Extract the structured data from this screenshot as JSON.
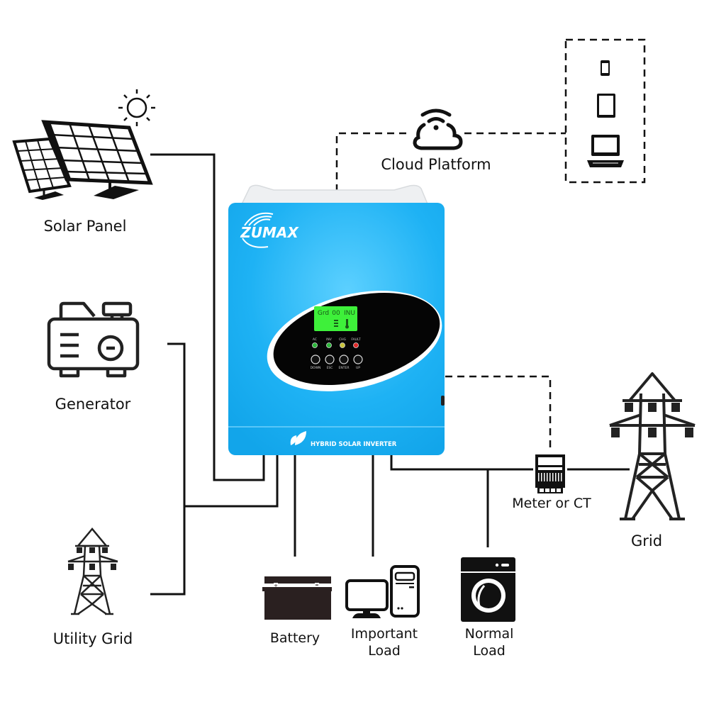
{
  "diagram": {
    "title": "Hybrid Solar Inverter System Connection Diagram",
    "nodes": {
      "solar_panel": {
        "label": "Solar Panel",
        "icon": "solar-panel-icon"
      },
      "generator": {
        "label": "Generator",
        "icon": "generator-icon"
      },
      "utility_grid": {
        "label": "Utility Grid",
        "icon": "power-tower-icon"
      },
      "cloud_platform": {
        "label": "Cloud Platform",
        "icon": "wifi-cloud-icon"
      },
      "devices": {
        "icons": [
          "smartphone-icon",
          "tablet-icon",
          "laptop-icon"
        ]
      },
      "battery": {
        "label": "Battery",
        "icon": "battery-icon"
      },
      "important_load": {
        "label_line1": "Important",
        "label_line2": "Load",
        "icon": "desktop-computer-icon"
      },
      "normal_load": {
        "label_line1": "Normal",
        "label_line2": "Load",
        "icon": "washing-machine-icon"
      },
      "meter": {
        "label": "Meter or CT",
        "icon": "energy-meter-icon"
      },
      "grid": {
        "label": "Grid",
        "icon": "power-tower-icon"
      }
    },
    "connections": [
      {
        "from": "solar_panel",
        "to": "inverter",
        "style": "solid"
      },
      {
        "from": "generator",
        "to": "inverter",
        "style": "solid"
      },
      {
        "from": "utility_grid",
        "to": "inverter",
        "style": "solid"
      },
      {
        "from": "inverter",
        "to": "battery",
        "style": "solid"
      },
      {
        "from": "inverter",
        "to": "important_load",
        "style": "solid"
      },
      {
        "from": "inverter",
        "to": "normal_load",
        "style": "solid"
      },
      {
        "from": "inverter",
        "to": "meter",
        "style": "solid"
      },
      {
        "from": "meter",
        "to": "grid",
        "style": "solid"
      },
      {
        "from": "inverter",
        "to": "meter",
        "style": "dashed",
        "kind": "communication"
      },
      {
        "from": "inverter",
        "to": "cloud_platform",
        "style": "dashed",
        "kind": "communication"
      },
      {
        "from": "cloud_platform",
        "to": "devices",
        "style": "dashed",
        "kind": "communication"
      }
    ]
  },
  "inverter": {
    "brand": "ZUMAX",
    "product_label": "HYBRID SOLAR INVERTER",
    "body_color": "#1aaef0",
    "lcd": {
      "text_left": "Grd",
      "text_mid": "00",
      "text_right": "INU",
      "color": "#3ef03a"
    },
    "indicators": [
      {
        "label": "AC",
        "color": "#2bb63a"
      },
      {
        "label": "INV",
        "color": "#2bb63a"
      },
      {
        "label": "CHG",
        "color": "#c8c43a"
      },
      {
        "label": "FAULT",
        "color": "#e02a2a"
      }
    ],
    "buttons": [
      {
        "label": "DOWN",
        "icon": "arrow-down-icon"
      },
      {
        "label": "ESC",
        "icon": "back-icon"
      },
      {
        "label": "ENTER",
        "icon": "enter-icon"
      },
      {
        "label": "UP",
        "icon": "arrow-up-icon"
      }
    ]
  }
}
